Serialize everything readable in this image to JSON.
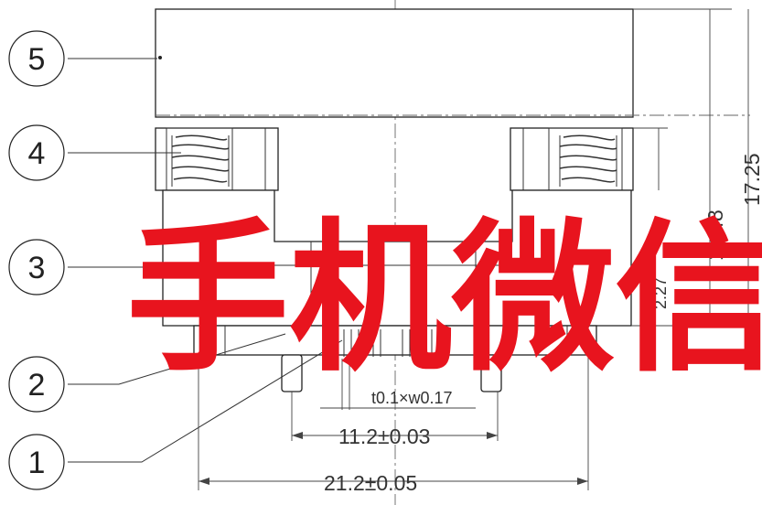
{
  "callouts": [
    "5",
    "4",
    "3",
    "2",
    "1"
  ],
  "dimensions": {
    "pitch_note": "t0.1×w0.17",
    "inner_width": "11.2±0.03",
    "outer_width": "21.2±0.05",
    "height_a": "11.48",
    "height_b": "17.25",
    "height_c": "2.27"
  },
  "watermark": "手机微信"
}
